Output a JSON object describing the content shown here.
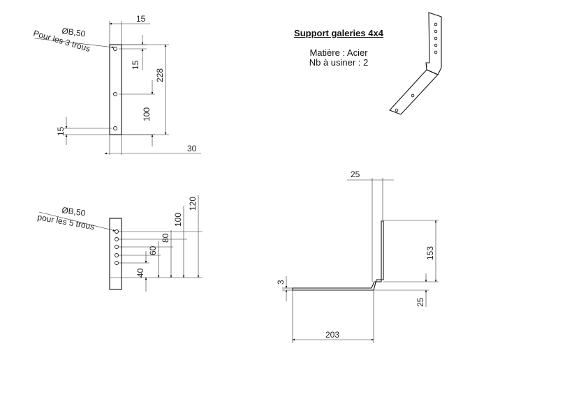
{
  "title": {
    "name": "Support galeries 4x4",
    "material": "Matière : Acier",
    "quantity": "Nb à usiner : 2"
  },
  "view1": {
    "hole_callout": "ØB,50",
    "hole_note": "Pour les 3 trous",
    "dims": {
      "top_width": "15",
      "top_offset": "15",
      "total_height": "228",
      "mid": "100",
      "bottom_offset": "15",
      "base_width": "30"
    }
  },
  "view2": {
    "hole_callout": "ØB,50",
    "hole_note": "pour les 5 trous",
    "dims": {
      "d120": "120",
      "d100": "100",
      "d80": "80",
      "d60": "60",
      "d40": "40"
    }
  },
  "view3": {
    "dims": {
      "top_width": "25",
      "height": "153",
      "step": "25",
      "thickness": "3",
      "length": "203"
    }
  }
}
